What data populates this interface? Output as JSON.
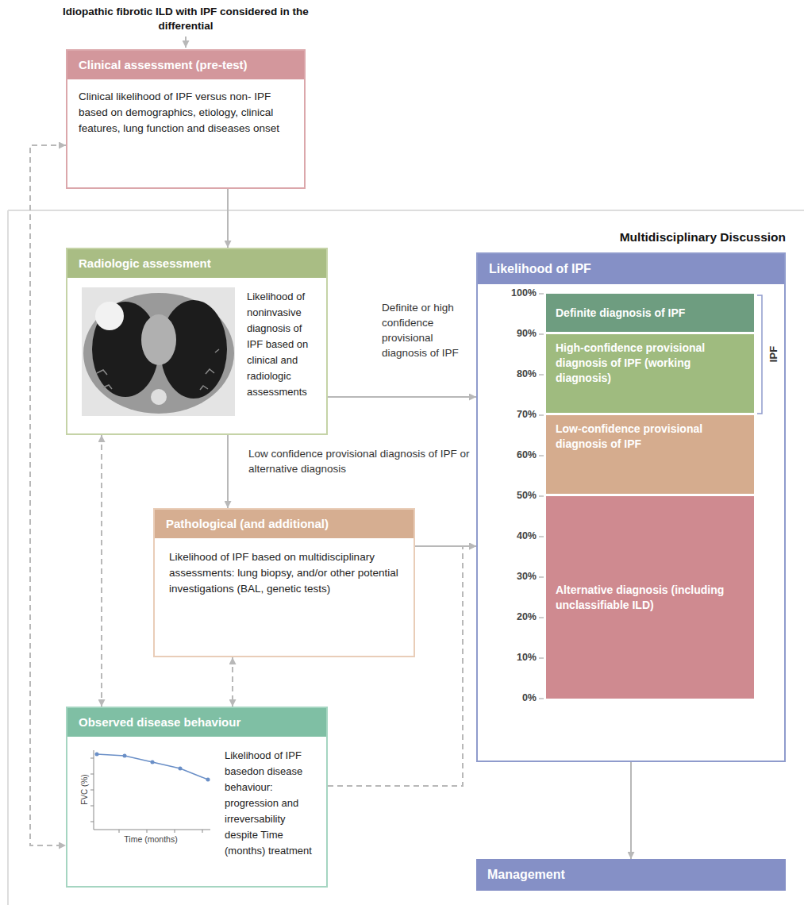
{
  "diagram": {
    "title": "Idiopathic fibrotic ILD with IPF considered in the differential",
    "nodes": [
      {
        "text": [
          "Clinical assessment (pre-test)",
          "Clinical likelihood of IPF versus non- IPF based on demographics, etiology, clinical features, lung function and diseases onset"
        ]
      },
      {
        "text": [
          "Radiologic assessment",
          "Likelihood of noninvasive diagnosis of IPF based on clinical and radiologic assessments"
        ]
      },
      {
        "text": [
          "Pathological (and additional)",
          "Likelihood of IPF based on multidisciplinary assessments: lung biopsy, and/or other potential investigations (BAL, genetic tests)"
        ]
      },
      {
        "text": [
          "Observed disease behaviour",
          "Likelihood of IPF basedon disease behaviour: progression and irreversability despite Time (months) treatment"
        ]
      },
      {
        "text": [
          "Likelihood of IPF"
        ]
      },
      {
        "text": [
          "Definite diagnosis of IPF"
        ],
        "in": 4
      },
      {
        "text": [
          "High-confidence provisional diagnosis of IPF (working diagnosis)"
        ],
        "in": 4
      },
      {
        "text": [
          "Low-confidence provisional diagnosis of IPF"
        ],
        "in": 4
      },
      {
        "text": [
          "Alternative diagnosis (including unclassifiable ILD)"
        ],
        "in": 4
      },
      {
        "text": [
          "Management"
        ]
      }
    ],
    "edges": [
      {
        "from": 0,
        "to": 1,
        "arrow": "to"
      },
      {
        "from": 1,
        "to": 4,
        "arrow": "to",
        "label": "Definite or high confidence provisional diagnosis of IPF"
      },
      {
        "from": 1,
        "to": 2,
        "arrow": "to",
        "label": "Low confidence provisional diagnosis of IPF or alternative diagnosis"
      },
      {
        "from": 2,
        "to": 4,
        "arrow": "to"
      },
      {
        "from": 3,
        "to": 4,
        "arrow": "to"
      },
      {
        "from": 1,
        "to": 3,
        "arrow": "both"
      },
      {
        "from": 2,
        "to": 3,
        "arrow": "both"
      },
      {
        "from": 0,
        "to": 3,
        "arrow": "both"
      },
      {
        "from": 4,
        "to": 9,
        "arrow": "to"
      }
    ],
    "labels": [
      "Multidisciplinary Discussion",
      "100%",
      "90%",
      "80%",
      "70%",
      "60%",
      "50%",
      "40%",
      "30%",
      "20%",
      "10%",
      "0%",
      "IPF",
      "FVC (%)",
      "Time (months)"
    ]
  }
}
